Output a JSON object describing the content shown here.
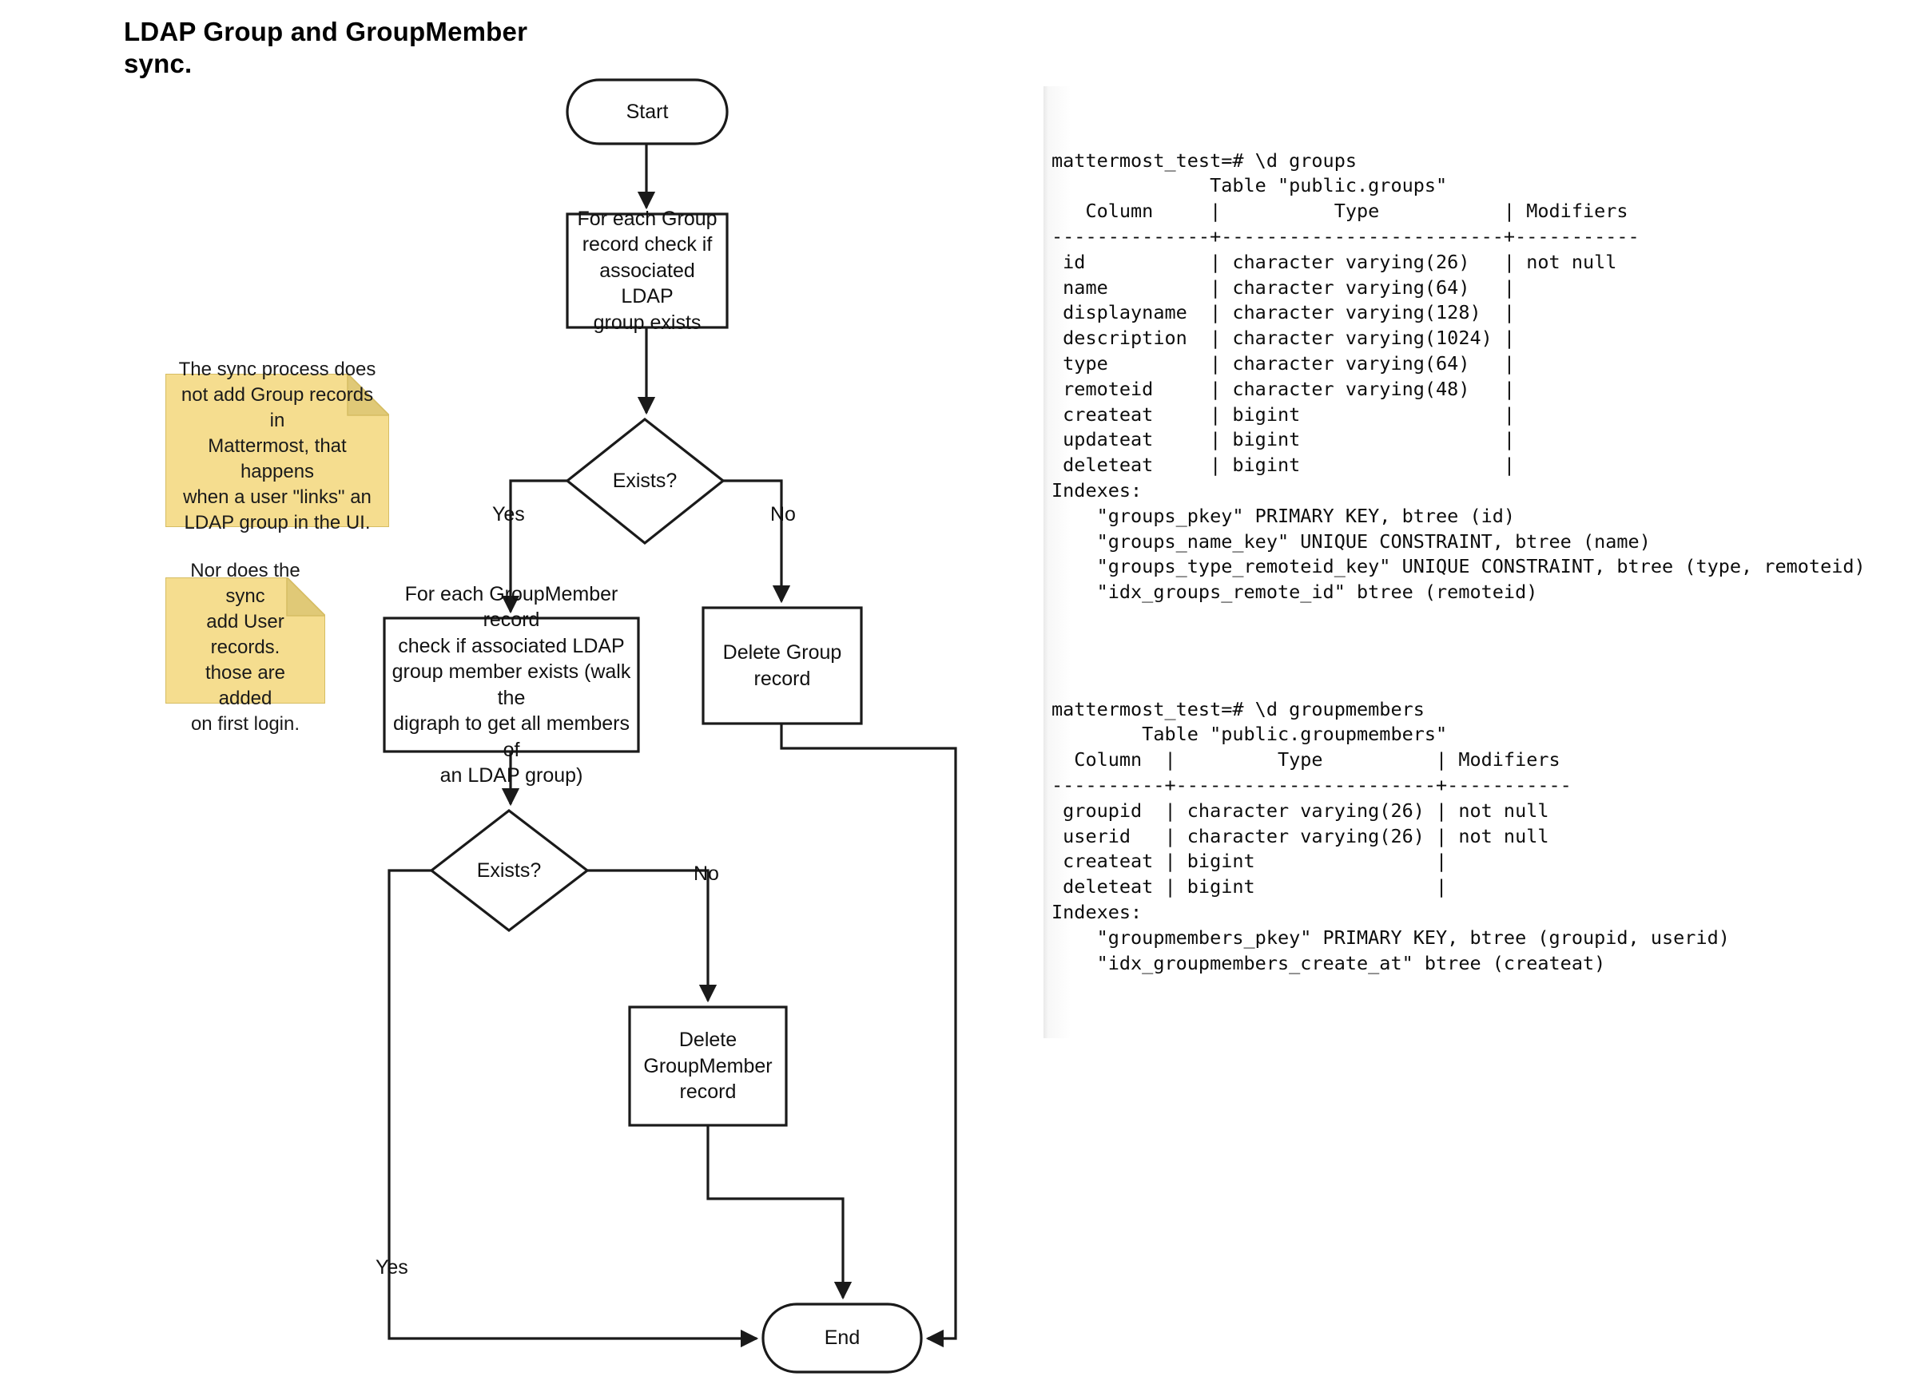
{
  "title": "LDAP Group and\nGroupMember sync.",
  "flowchart": {
    "nodes": {
      "start": "Start",
      "for_each_group": "For each Group\nrecord check if\nassociated LDAP\ngroup exists",
      "exists_1": "Exists?",
      "for_each_groupmember": "For each GroupMember record\ncheck if associated LDAP\ngroup member exists (walk the\ndigraph to get all members of\nan LDAP group)",
      "delete_group": "Delete Group\nrecord",
      "exists_2": "Exists?",
      "delete_groupmember": "Delete\nGroupMember\nrecord",
      "end": "End"
    },
    "edge_labels": {
      "exists1_yes": "Yes",
      "exists1_no": "No",
      "exists2_yes": "Yes",
      "exists2_no": "No"
    }
  },
  "notes": [
    {
      "id": "note-group-records",
      "text": "The sync process does\nnot add Group records in\nMattermost, that happens\nwhen a user \"links\" an\nLDAP group in the UI."
    },
    {
      "id": "note-user-records",
      "text": "Nor does the sync\nadd User records.\nthose are added\non first login."
    }
  ],
  "terminals": [
    {
      "id": "terminal-groups",
      "prompt": "mattermost_test=# \\d groups",
      "lines": [
        "mattermost_test=# \\d groups",
        "              Table \"public.groups\"",
        "   Column     |          Type           | Modifiers",
        "--------------+-------------------------+-----------",
        " id           | character varying(26)   | not null",
        " name         | character varying(64)   |",
        " displayname  | character varying(128)  |",
        " description  | character varying(1024) |",
        " type         | character varying(64)   |",
        " remoteid     | character varying(48)   |",
        " createat     | bigint                  |",
        " updateat     | bigint                  |",
        " deleteat     | bigint                  |",
        "Indexes:",
        "    \"groups_pkey\" PRIMARY KEY, btree (id)",
        "    \"groups_name_key\" UNIQUE CONSTRAINT, btree (name)",
        "    \"groups_type_remoteid_key\" UNIQUE CONSTRAINT, btree (type, remoteid)",
        "    \"idx_groups_remote_id\" btree (remoteid)",
        ""
      ],
      "table_name": "public.groups",
      "columns": [
        {
          "column": "id",
          "type": "character varying(26)",
          "modifiers": "not null"
        },
        {
          "column": "name",
          "type": "character varying(64)",
          "modifiers": ""
        },
        {
          "column": "displayname",
          "type": "character varying(128)",
          "modifiers": ""
        },
        {
          "column": "description",
          "type": "character varying(1024)",
          "modifiers": ""
        },
        {
          "column": "type",
          "type": "character varying(64)",
          "modifiers": ""
        },
        {
          "column": "remoteid",
          "type": "character varying(48)",
          "modifiers": ""
        },
        {
          "column": "createat",
          "type": "bigint",
          "modifiers": ""
        },
        {
          "column": "updateat",
          "type": "bigint",
          "modifiers": ""
        },
        {
          "column": "deleteat",
          "type": "bigint",
          "modifiers": ""
        }
      ],
      "indexes": [
        "\"groups_pkey\" PRIMARY KEY, btree (id)",
        "\"groups_name_key\" UNIQUE CONSTRAINT, btree (name)",
        "\"groups_type_remoteid_key\" UNIQUE CONSTRAINT, btree (type, remoteid)",
        "\"idx_groups_remote_id\" btree (remoteid)"
      ]
    },
    {
      "id": "terminal-groupmembers",
      "prompt": "mattermost_test=# \\d groupmembers",
      "lines": [
        "mattermost_test=# \\d groupmembers",
        "        Table \"public.groupmembers\"",
        "  Column  |         Type          | Modifiers",
        "----------+-----------------------+-----------",
        " groupid  | character varying(26) | not null",
        " userid   | character varying(26) | not null",
        " createat | bigint                |",
        " deleteat | bigint                |",
        "Indexes:",
        "    \"groupmembers_pkey\" PRIMARY KEY, btree (groupid, userid)",
        "    \"idx_groupmembers_create_at\" btree (createat)"
      ],
      "table_name": "public.groupmembers",
      "columns": [
        {
          "column": "groupid",
          "type": "character varying(26)",
          "modifiers": "not null"
        },
        {
          "column": "userid",
          "type": "character varying(26)",
          "modifiers": "not null"
        },
        {
          "column": "createat",
          "type": "bigint",
          "modifiers": ""
        },
        {
          "column": "deleteat",
          "type": "bigint",
          "modifiers": ""
        }
      ],
      "indexes": [
        "\"groupmembers_pkey\" PRIMARY KEY, btree (groupid, userid)",
        "\"idx_groupmembers_create_at\" btree (createat)"
      ]
    }
  ],
  "colors": {
    "note_fill": "#f5dd8f",
    "note_fold": "#e0c977",
    "note_border": "#d6bd63",
    "stroke": "#1a1a1a",
    "node_fill": "#ffffff",
    "terminal_text": "#0d0d0d"
  }
}
